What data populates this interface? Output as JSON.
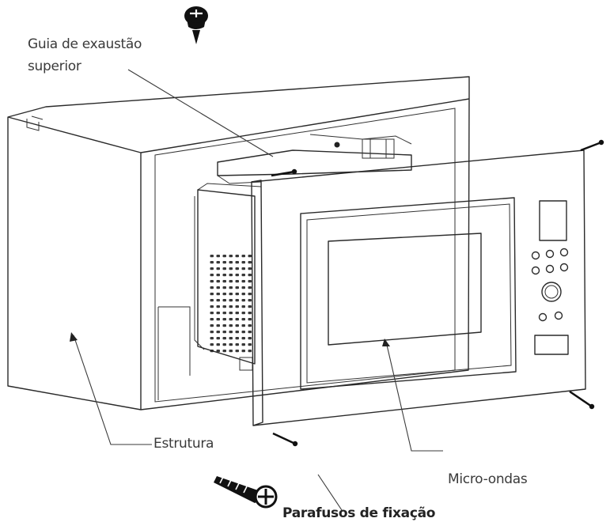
{
  "labels": {
    "exhaust_guide_line1": "Guia de exaustão",
    "exhaust_guide_line2": "superior",
    "structure": "Estrutura",
    "microwave": "Micro-ondas",
    "bottom_cut": "Parafusos de fixação"
  },
  "icons": [
    "screw-icon",
    "wood-screw-icon",
    "arrowhead-icon",
    "control-knob-icon"
  ],
  "colors": {
    "line": "#2a2a2a",
    "text": "#3a3a3a",
    "background": "#ffffff"
  }
}
